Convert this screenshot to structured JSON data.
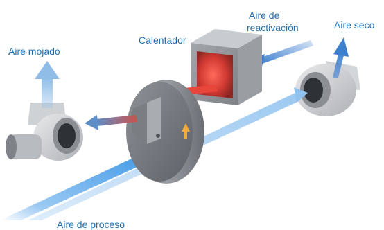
{
  "labels": {
    "aire_de": "Aire de",
    "reactivacion": "reactivación",
    "aire_seco": "Aire seco",
    "calentador": "Calentador",
    "aire_mojado": "Aire mojado",
    "aire_proceso": "Aire de proceso"
  },
  "colors": {
    "label_text": "#1f6fb2",
    "process_air": "#4a9ee8",
    "dry_air": "#3d7fcf",
    "wet_air": "#8fbde8",
    "hot_air": "#e8453b",
    "unit_gray": "#8d9196",
    "rotation_arrow": "#f2a93b"
  },
  "icons": {
    "heater": "heater-box",
    "rotor": "desiccant-wheel",
    "fan_left": "centrifugal-fan-with-motor",
    "fan_right": "centrifugal-fan"
  }
}
